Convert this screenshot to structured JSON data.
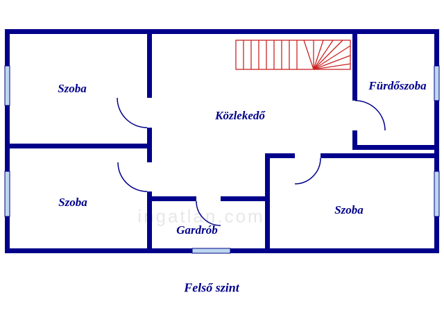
{
  "caption": "Felső szint",
  "watermark": "ingatlan.com",
  "rooms": {
    "top_left": "Szoba",
    "bathroom": "Fürdőszoba",
    "hallway": "Közlekedő",
    "bottom_left": "Szoba",
    "wardrobe": "Gardrób",
    "bottom_right": "Szoba"
  },
  "colors": {
    "wall": "#00008B",
    "window": "#BDD7EE",
    "stairs": "#CC2222",
    "label": "#00008B",
    "background": "#FFFFFF"
  }
}
